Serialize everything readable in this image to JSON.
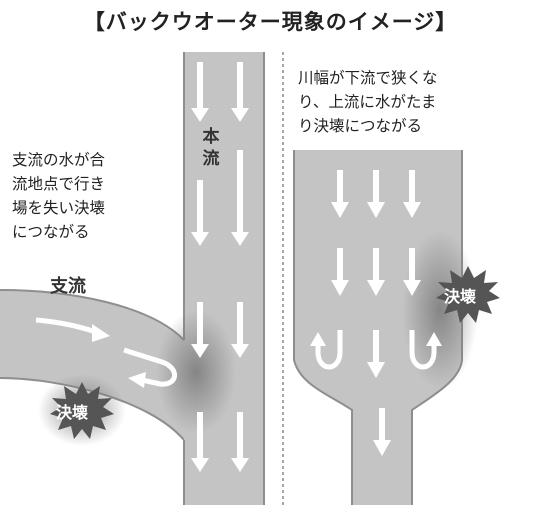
{
  "title": "【バックウオーター現象のイメージ】",
  "left_note": "支流の水が合\n流地点で行き\n場を失い決壊\nにつながる",
  "right_note": "川幅が下流で狭くな\nり、上流に水がたま\nり決壊につながる",
  "main_river_label": "本\n流",
  "tributary_label": "支流",
  "breach_label_left": "決壊",
  "breach_label_right": "決壊",
  "colors": {
    "river": "#c4c4c4",
    "river_edge": "#8e8e8e",
    "arrow": "#ffffff",
    "burst": "#555555",
    "divider": "#888888"
  }
}
